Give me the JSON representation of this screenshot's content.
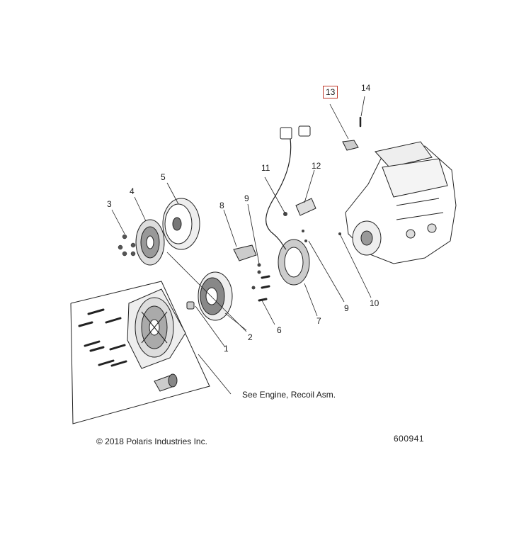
{
  "callouts": {
    "c1": "1",
    "c2": "2",
    "c3": "3",
    "c4": "4",
    "c5": "5",
    "c6": "6",
    "c7": "7",
    "c8": "8",
    "c9a": "9",
    "c9b": "9",
    "c10": "10",
    "c11": "11",
    "c12": "12",
    "c13": "13",
    "c14": "14"
  },
  "note": "See Engine, Recoil Asm.",
  "copyright": "© 2018 Polaris Industries Inc.",
  "part_number": "600941",
  "colors": {
    "line": "#222222",
    "highlight_box": "#c0392b",
    "fill": "#ffffff",
    "shade": "#cfcfcf"
  }
}
